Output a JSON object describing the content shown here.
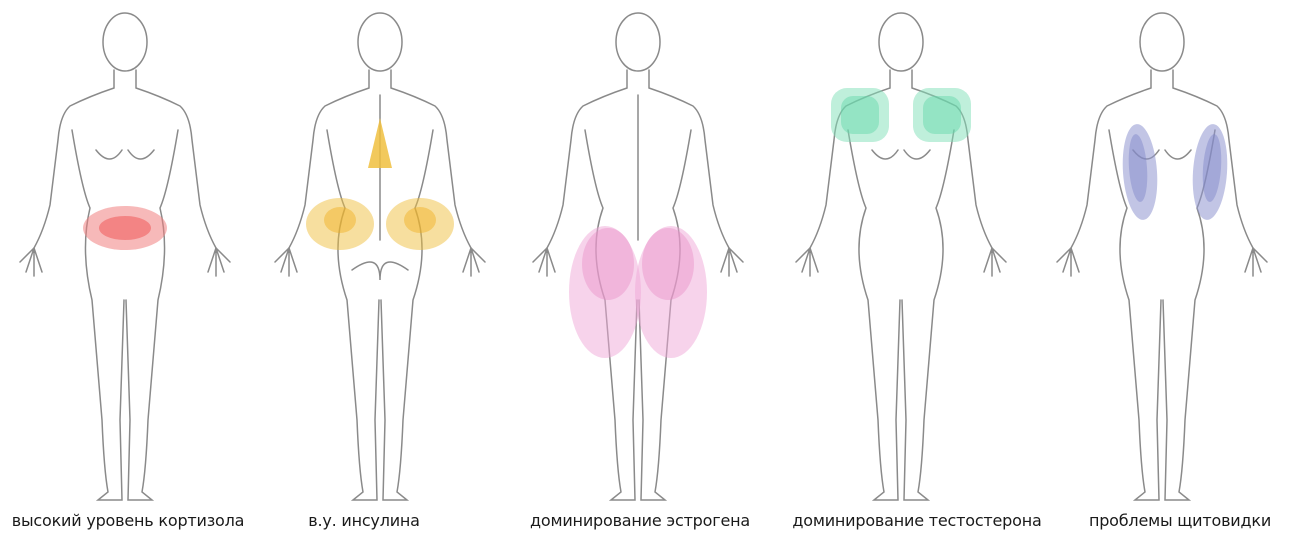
{
  "figures": [
    {
      "caption": "высокий уровень кортизола",
      "zone_color": "#f08080",
      "zone": "belly"
    },
    {
      "caption": "в.у. инсулина",
      "zone_color": "#f0c040",
      "zone": "upper-back-and-hips",
      "view": "back"
    },
    {
      "caption": "доминирование эстрогена",
      "zone_color": "#f0a8d8",
      "zone": "buttocks-and-thighs",
      "view": "back"
    },
    {
      "caption": "доминирование тестостерона",
      "zone_color": "#80e0b8",
      "zone": "shoulders"
    },
    {
      "caption": "проблемы щитовидки",
      "zone_color": "#8f96d0",
      "zone": "sides-of-torso"
    }
  ]
}
